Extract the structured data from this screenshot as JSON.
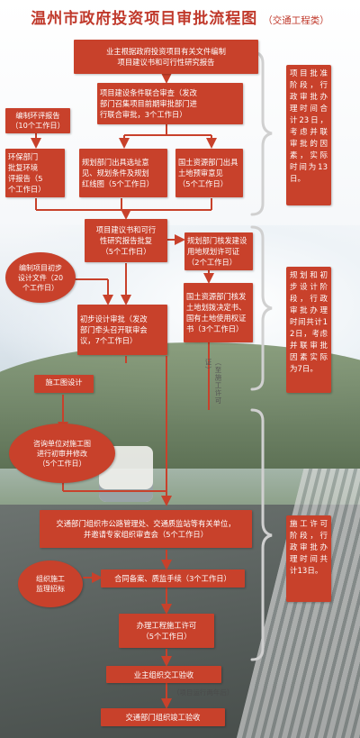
{
  "title": {
    "main": "温州市政府投资项目审批流程图",
    "sub": "（交通工程类）"
  },
  "colors": {
    "accent": "#c8412b",
    "brace": "#d7d7d7"
  },
  "steps": {
    "s1": "业主根据政府投资项目有关文件编制\n项目建议书和可行性研究报告",
    "s2": "项目建设条件联合审查（发改\n部门召集项目前期审批部门进\n行联合审批，3个工作日）",
    "s3": "环保部门\n批复环境\n评报告（5\n个工作日）",
    "s4": "规划部门出具选址意\n见、规划条件及规划\n红线图（5个工作日）",
    "s5": "国土资源部门出具\n土地预审意见\n（5个工作日）",
    "s6": "项目建议书和可行\n性研究报告批复\n（5个工作日）",
    "s7": "规划部门核发建设\n用地规划许可证\n（2个工作日）",
    "s8": "国土资源部门核发\n土地划拨决定书、\n国有土地使用权证\n书（3个工作日）",
    "s9": "初步设计审批（发改\n部门牵头召开联审会\n议，7个工作日）",
    "s10": "咨询单位对施工图\n进行初审并修改\n（5个工作日）",
    "s11": "交通部门组织市公路管理处、交通质监站等有关单位，\n并邀请专家组织审查会（5个工作日）",
    "s12": "合同备案、质监手续（3个工作日）",
    "s13": "办理工程施工许可\n（5个工作日）",
    "s14": "业主组织交工验收",
    "s15": "交通部门组织竣工验收"
  },
  "tags": {
    "eia": "编制环评报告\n（10个工作日）",
    "construction_drawing": "施工图设计"
  },
  "circles": {
    "prelim_design": "编制项目初步\n设计文件（20\n个工作日）",
    "bidding": "组织施工\n监理招标"
  },
  "notes": {
    "operation": "（项目运行两年后）",
    "permit_vertical": "（至施工许可证）"
  },
  "side_notes": {
    "phase1": "项目批准阶段，行政审批办理时间合计23日，考虑并联审批的因素，实际时间为13日。",
    "phase2": "规划和初步设计阶段，行政审批办理时间共计12日，考虑并联审批因素实际为7日。",
    "phase3": "施工许可阶段，行政审批办理时间共计13日。"
  }
}
